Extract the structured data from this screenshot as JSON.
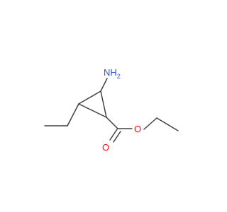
{
  "molecule": {
    "atoms": {
      "amino": {
        "text": "NH",
        "subscript": "2",
        "color": "#3050F8"
      },
      "carbonyl_oxygen": {
        "text": "O",
        "color": "#FF0D0D"
      },
      "ester_oxygen": {
        "text": "O",
        "color": "#FF0D0D"
      }
    },
    "bond_color": "#404040",
    "background": "#FFFFFF"
  }
}
